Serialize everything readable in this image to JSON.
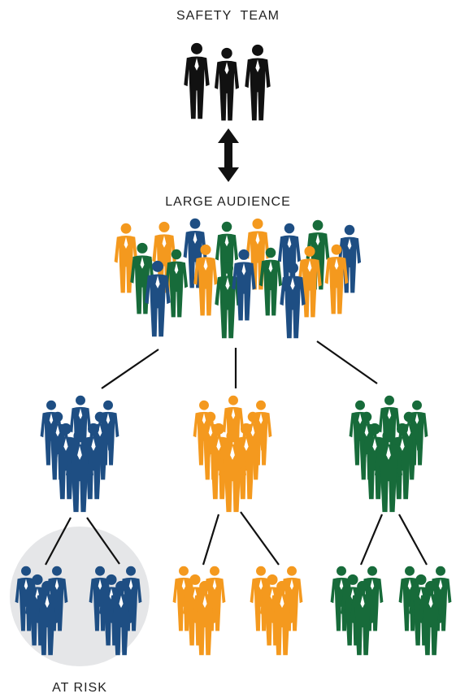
{
  "labels": {
    "safety_team": "SAFETY  TEAM",
    "large_audience": "LARGE AUDIENCE",
    "at_risk": "AT RISK"
  },
  "colors": {
    "black": "#111111",
    "orange": "#F4991E",
    "blue": "#1E4E83",
    "green": "#176B3A",
    "risk_circle": "#E5E6E8",
    "connector": "#111111"
  },
  "icons": {
    "person": "person-icon",
    "double_arrow": "double-arrow-icon"
  }
}
